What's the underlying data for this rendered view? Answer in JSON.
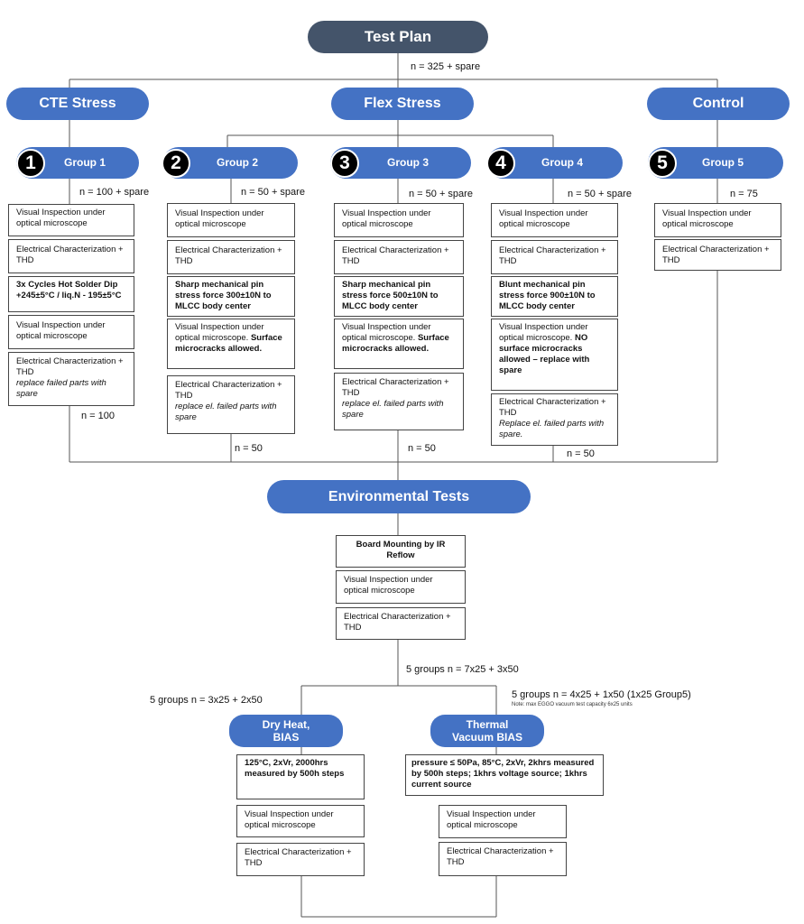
{
  "title": "Test Plan",
  "total_n": "n = 325 + spare",
  "categories": {
    "cte": "CTE Stress",
    "flex": "Flex Stress",
    "control": "Control"
  },
  "groups": [
    {
      "num": "1",
      "label": "Group 1",
      "n_top": "n = 100 + spare",
      "n_bottom": "n = 100"
    },
    {
      "num": "2",
      "label": "Group 2",
      "n_top": "n = 50 + spare",
      "n_bottom": "n = 50"
    },
    {
      "num": "3",
      "label": "Group 3",
      "n_top": "n = 50 + spare",
      "n_bottom": "n = 50"
    },
    {
      "num": "4",
      "label": "Group 4",
      "n_top": "n = 50 + spare",
      "n_bottom": "n = 50"
    },
    {
      "num": "5",
      "label": "Group 5",
      "n_top": "n = 75"
    }
  ],
  "steps": {
    "visual": "Visual Inspection under optical microscope",
    "electrical": "Electrical Characterization + THD",
    "g1_hot_solder": "3x Cycles Hot Solder Dip +245±5°C / liq.N - 195±5°C",
    "g1_replace": "replace failed parts with spare",
    "g2_stress": "Sharp mechanical pin stress force 300±10N to MLCC body center",
    "g3_stress": "Sharp mechanical pin stress force 500±10N to MLCC body center",
    "g4_stress": "Blunt mechanical pin stress force 900±10N to MLCC body center",
    "visual_surface_prefix": "Visual Inspection under optical microscope.",
    "surface_allowed": "Surface microcracks allowed.",
    "g4_visual_prefix": "Visual Inspection under optical microscope.",
    "g4_no_cracks": "NO surface microcracks allowed – replace with spare",
    "replace_el_lower": "replace el. failed parts with spare",
    "replace_el_upper": "Replace el. failed parts with spare."
  },
  "env": {
    "title": "Environmental Tests",
    "mounting": "Board Mounting by IR Reflow",
    "visual": "Visual Inspection under optical microscope",
    "electrical": "Electrical Characterization + THD",
    "split_n": "5 groups n = 7x25 + 3x50",
    "left_n": "5 groups n = 3x25 + 2x50",
    "right_n": "5 groups n = 4x25 + 1x50 (1x25 Group5)",
    "right_note": "Note: max EGGO vacuum test capacity 6x25 units",
    "dry_heat_line1": "Dry Heat,",
    "dry_heat_line2": "BIAS",
    "thermal_line1": "Thermal",
    "thermal_line2": "Vacuum BIAS",
    "dry_heat_cond": "125°C, 2xVr, 2000hrs measured by 500h steps",
    "thermal_cond": "pressure ≤ 50Pa, 85°C, 2xVr, 2khrs measured by 500h steps; 1khrs voltage source; 1khrs current source",
    "left_visual": "Visual Inspection under optical microscope",
    "left_electrical": "Electrical Characterization + THD",
    "right_visual": "Visual Inspection under optical microscope",
    "right_electrical": "Electrical Characterization + THD"
  }
}
